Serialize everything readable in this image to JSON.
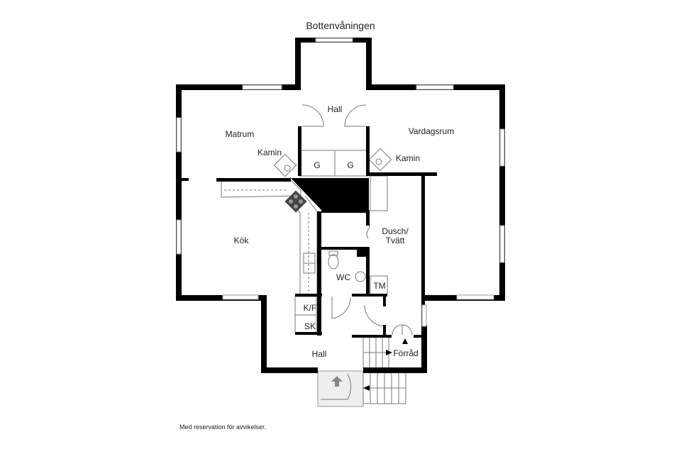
{
  "title": "Bottenvåningen",
  "footnote": "Med reservation för avvikelser.",
  "rooms": {
    "hall_top": "Hall",
    "matrum": "Matrum",
    "vardagsrum": "Vardagsrum",
    "kamin_left": "Kamin",
    "kamin_right": "Kamin",
    "g1": "G",
    "g2": "G",
    "kok": "Kök",
    "dusch_line1": "Dusch/",
    "dusch_line2": "Tvätt",
    "wc": "WC",
    "tm": "TM",
    "kf": "K/F",
    "sk": "SK",
    "hall_bottom": "Hall",
    "forrad": "Förråd"
  },
  "colors": {
    "wall": "#000000",
    "line": "#777777",
    "window": "#bbbbbb",
    "porch": "#eeeeee",
    "stair_arrow": "#888888"
  }
}
